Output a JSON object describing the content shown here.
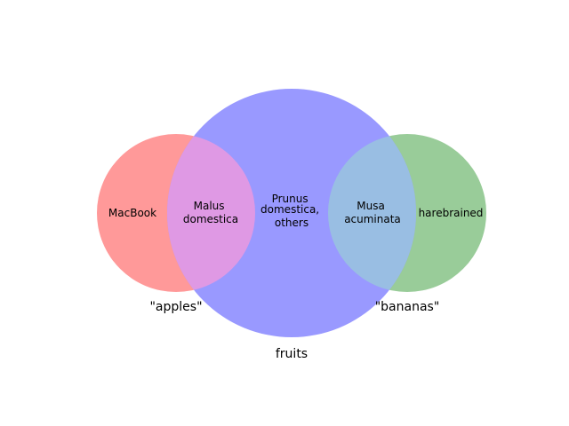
{
  "diagram": {
    "type": "venn3",
    "sets": [
      {
        "key": "apples",
        "label": "\"apples\"",
        "color": "#ff9999"
      },
      {
        "key": "fruits",
        "label": "fruits",
        "color": "#9999ff"
      },
      {
        "key": "bananas",
        "label": "\"bananas\"",
        "color": "#99cc99"
      }
    ],
    "overlap_colors": {
      "apples_fruits": "#df99e4",
      "fruits_bananas": "#99bee3"
    },
    "regions": {
      "apples_only": [
        "MacBook"
      ],
      "apples_fruits": [
        "Malus",
        "domestica"
      ],
      "fruits_only": [
        "Prunus",
        "domestica,",
        "others"
      ],
      "fruits_bananas": [
        "Musa",
        "acuminata"
      ],
      "bananas_only": [
        "harebrained"
      ]
    }
  }
}
